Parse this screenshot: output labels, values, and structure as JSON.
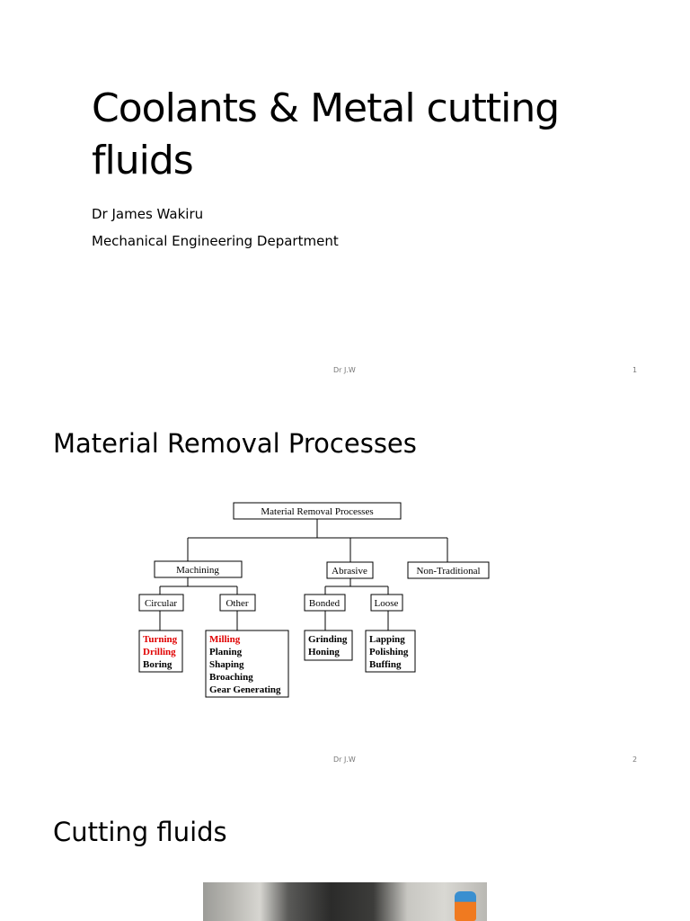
{
  "slides": [
    {
      "title": "Coolants & Metal cutting fluids",
      "author": "Dr James Wakiru",
      "department": "Mechanical Engineering Department",
      "footer": "Dr J.W",
      "number": "1"
    },
    {
      "title": "Material Removal Processes",
      "footer": "Dr J.W",
      "number": "2",
      "diagram": {
        "root": "Material Removal Processes",
        "branches": [
          "Machining",
          "Abrasive",
          "Non-Traditional"
        ],
        "machining": [
          "Circular",
          "Other"
        ],
        "abrasive": [
          "Bonded",
          "Loose"
        ],
        "circular_items": [
          "Turning",
          "Drilling",
          "Boring"
        ],
        "other_items": [
          "Milling",
          "Planing",
          "Shaping",
          "Broaching",
          "Gear Generating"
        ],
        "bonded_items": [
          "Grinding",
          "Honing"
        ],
        "loose_items": [
          "Lapping",
          "Polishing",
          "Buffing"
        ],
        "highlight_color": "#e00000"
      }
    },
    {
      "title": "Cutting fluids",
      "photo_colors": {
        "nozzle_blue": "#3a8fd0",
        "nozzle_orange": "#f07a20"
      }
    }
  ]
}
